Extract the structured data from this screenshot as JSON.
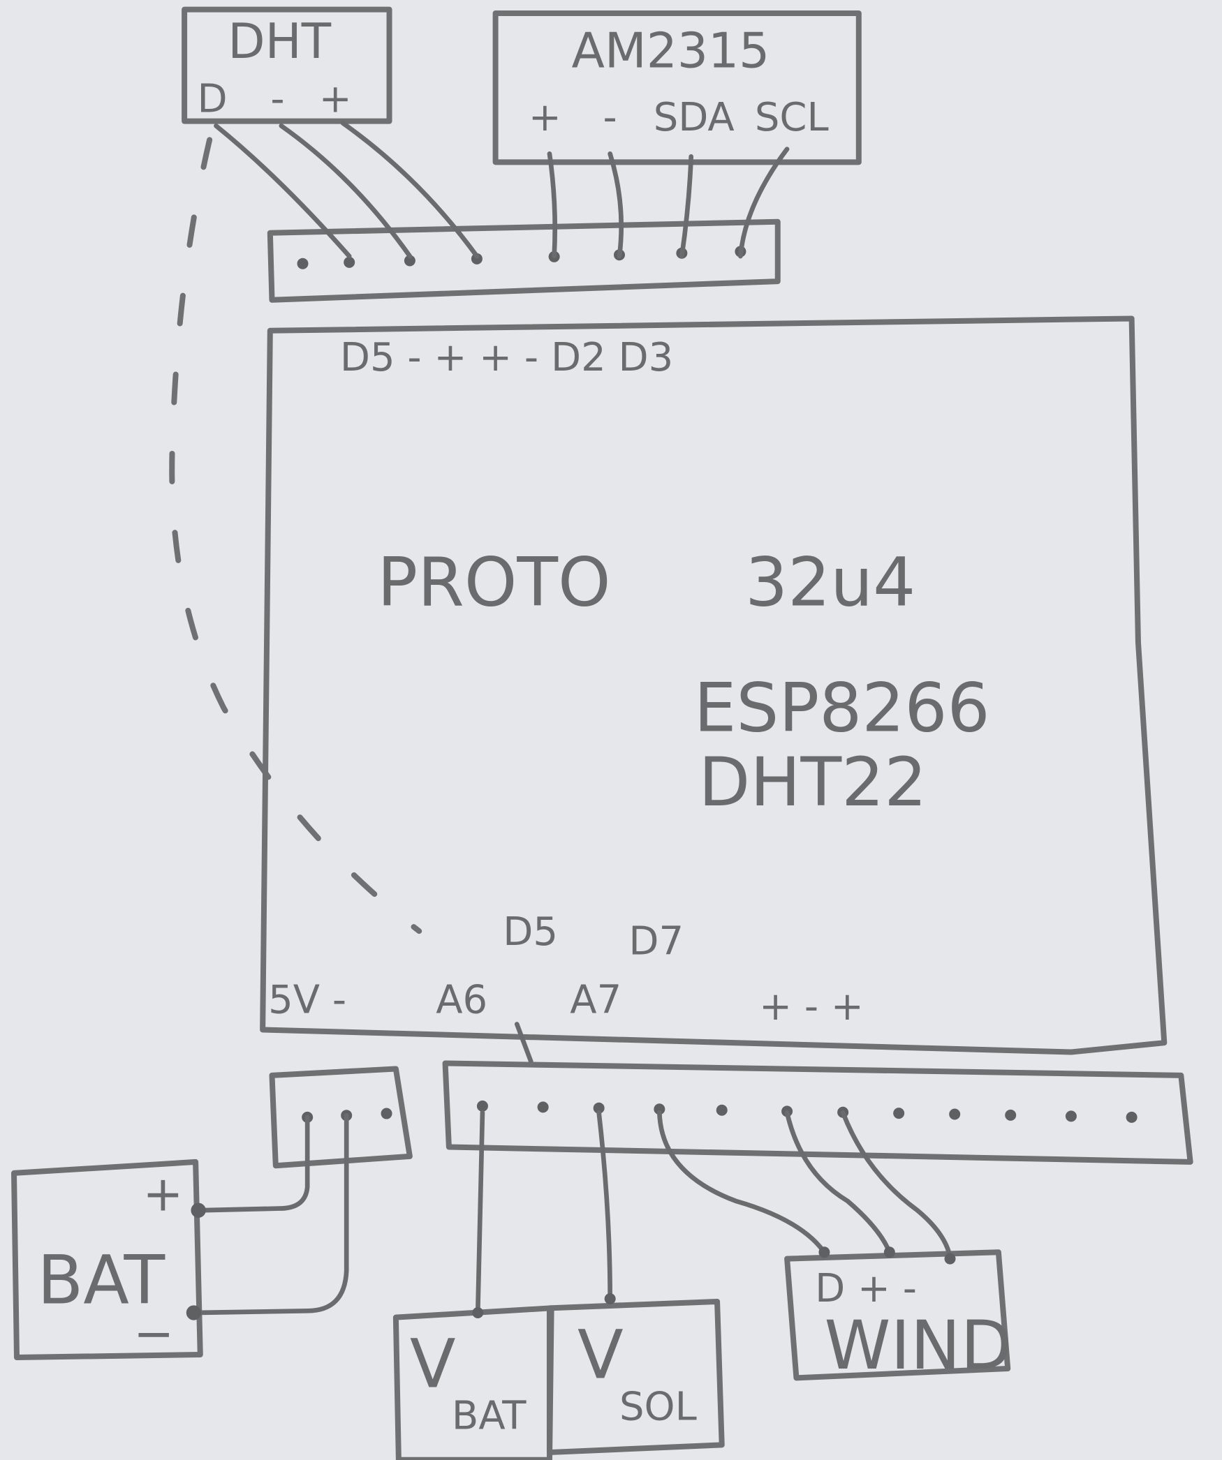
{
  "dht": {
    "title": "DHT",
    "pins": [
      "D",
      "-",
      "+"
    ]
  },
  "am2315": {
    "title": "AM2315",
    "pins": [
      "+",
      "-",
      "SDA",
      "SCL"
    ]
  },
  "board": {
    "top_pins": "D5 - + + - D2 D3",
    "name_left": "PROTO",
    "name_right": "32u4",
    "line1": "ESP8266",
    "line2": "DHT22",
    "bottom_power": "5V -",
    "a6": "A6",
    "d5": "D5",
    "a7": "A7",
    "d7": "D7",
    "bottom_right": "+ - +"
  },
  "battery": {
    "plus": "+",
    "label": "BAT",
    "minus": "−"
  },
  "vbat": {
    "v": "V",
    "sub": "BAT"
  },
  "vsol": {
    "v": "V",
    "sub": "SOL"
  },
  "wind": {
    "pins": "D + -",
    "label": "WIND"
  },
  "colors": {
    "pencil": "#6f7072",
    "paper": "#e6e7ea"
  }
}
